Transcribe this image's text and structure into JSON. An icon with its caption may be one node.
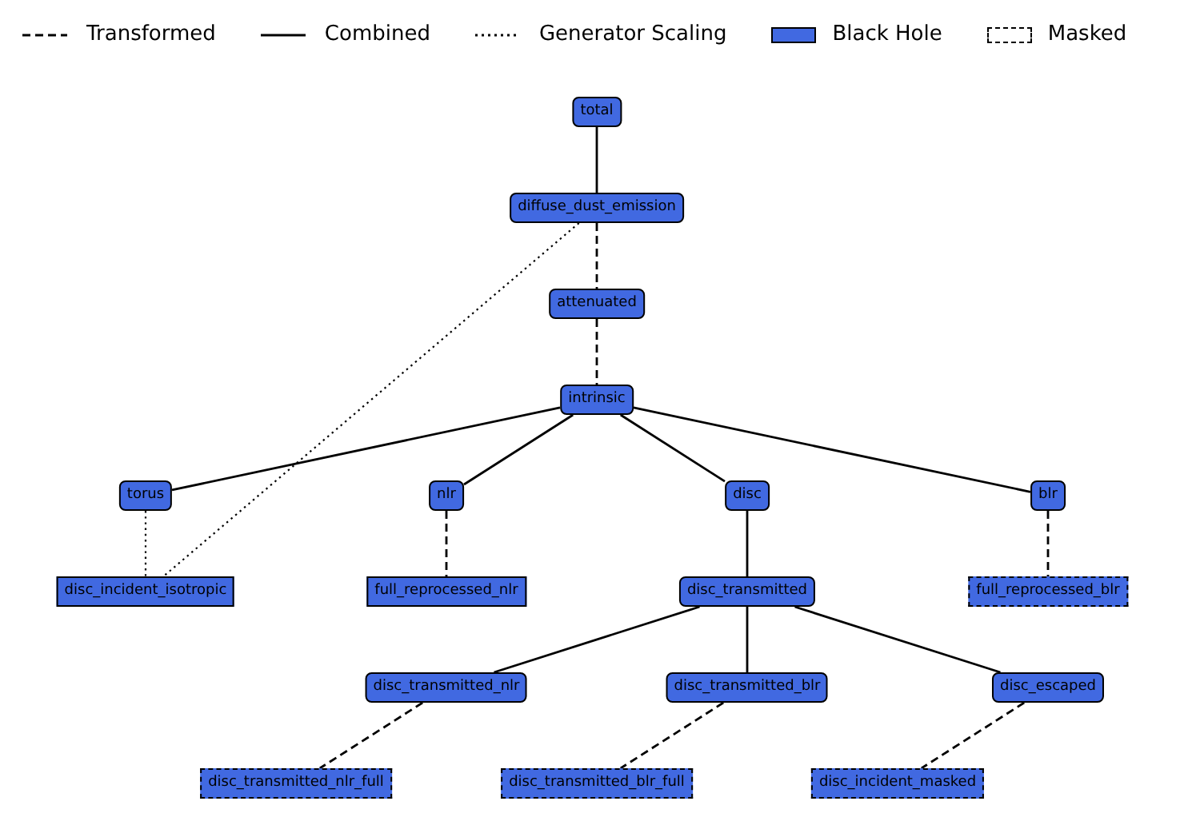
{
  "diagram": {
    "nodes": [
      {
        "text": [
          "total"
        ]
      },
      {
        "text": [
          "diffuse_dust_emission"
        ]
      },
      {
        "text": [
          "attenuated"
        ]
      },
      {
        "text": [
          "intrinsic"
        ]
      },
      {
        "text": [
          "torus"
        ]
      },
      {
        "text": [
          "nlr"
        ]
      },
      {
        "text": [
          "disc"
        ]
      },
      {
        "text": [
          "blr"
        ]
      },
      {
        "text": [
          "disc_incident_isotropic"
        ]
      },
      {
        "text": [
          "full_reprocessed_nlr"
        ]
      },
      {
        "text": [
          "disc_transmitted"
        ]
      },
      {
        "text": [
          "full_reprocessed_blr"
        ]
      },
      {
        "text": [
          "disc_transmitted_nlr"
        ]
      },
      {
        "text": [
          "disc_transmitted_blr"
        ]
      },
      {
        "text": [
          "disc_escaped"
        ]
      },
      {
        "text": [
          "disc_transmitted_nlr_full"
        ]
      },
      {
        "text": [
          "disc_transmitted_blr_full"
        ]
      },
      {
        "text": [
          "disc_incident_masked"
        ]
      }
    ],
    "edges": [
      {
        "from": 0,
        "to": 1,
        "arrow": "none"
      },
      {
        "from": 1,
        "to": 2,
        "arrow": "none",
        "style": "dashed"
      },
      {
        "from": 1,
        "to": 8,
        "arrow": "none",
        "style": "dashed"
      },
      {
        "from": 2,
        "to": 3,
        "arrow": "none",
        "style": "dashed"
      },
      {
        "from": 3,
        "to": 4,
        "arrow": "none"
      },
      {
        "from": 3,
        "to": 5,
        "arrow": "none"
      },
      {
        "from": 3,
        "to": 6,
        "arrow": "none"
      },
      {
        "from": 3,
        "to": 7,
        "arrow": "none"
      },
      {
        "from": 4,
        "to": 8,
        "arrow": "none",
        "style": "dashed"
      },
      {
        "from": 5,
        "to": 9,
        "arrow": "none",
        "style": "dashed"
      },
      {
        "from": 6,
        "to": 10,
        "arrow": "none"
      },
      {
        "from": 7,
        "to": 11,
        "arrow": "none",
        "style": "dashed"
      },
      {
        "from": 10,
        "to": 12,
        "arrow": "none"
      },
      {
        "from": 10,
        "to": 13,
        "arrow": "none"
      },
      {
        "from": 10,
        "to": 14,
        "arrow": "none"
      },
      {
        "from": 12,
        "to": 15,
        "arrow": "none",
        "style": "dashed"
      },
      {
        "from": 13,
        "to": 16,
        "arrow": "none",
        "style": "dashed"
      },
      {
        "from": 14,
        "to": 17,
        "arrow": "none",
        "style": "dashed"
      }
    ],
    "legend": [
      {
        "text": "Transformed"
      },
      {
        "text": "Combined"
      },
      {
        "text": "Generator Scaling"
      },
      {
        "text": "Black Hole",
        "color": "#4169e1"
      },
      {
        "text": "Masked"
      }
    ]
  }
}
